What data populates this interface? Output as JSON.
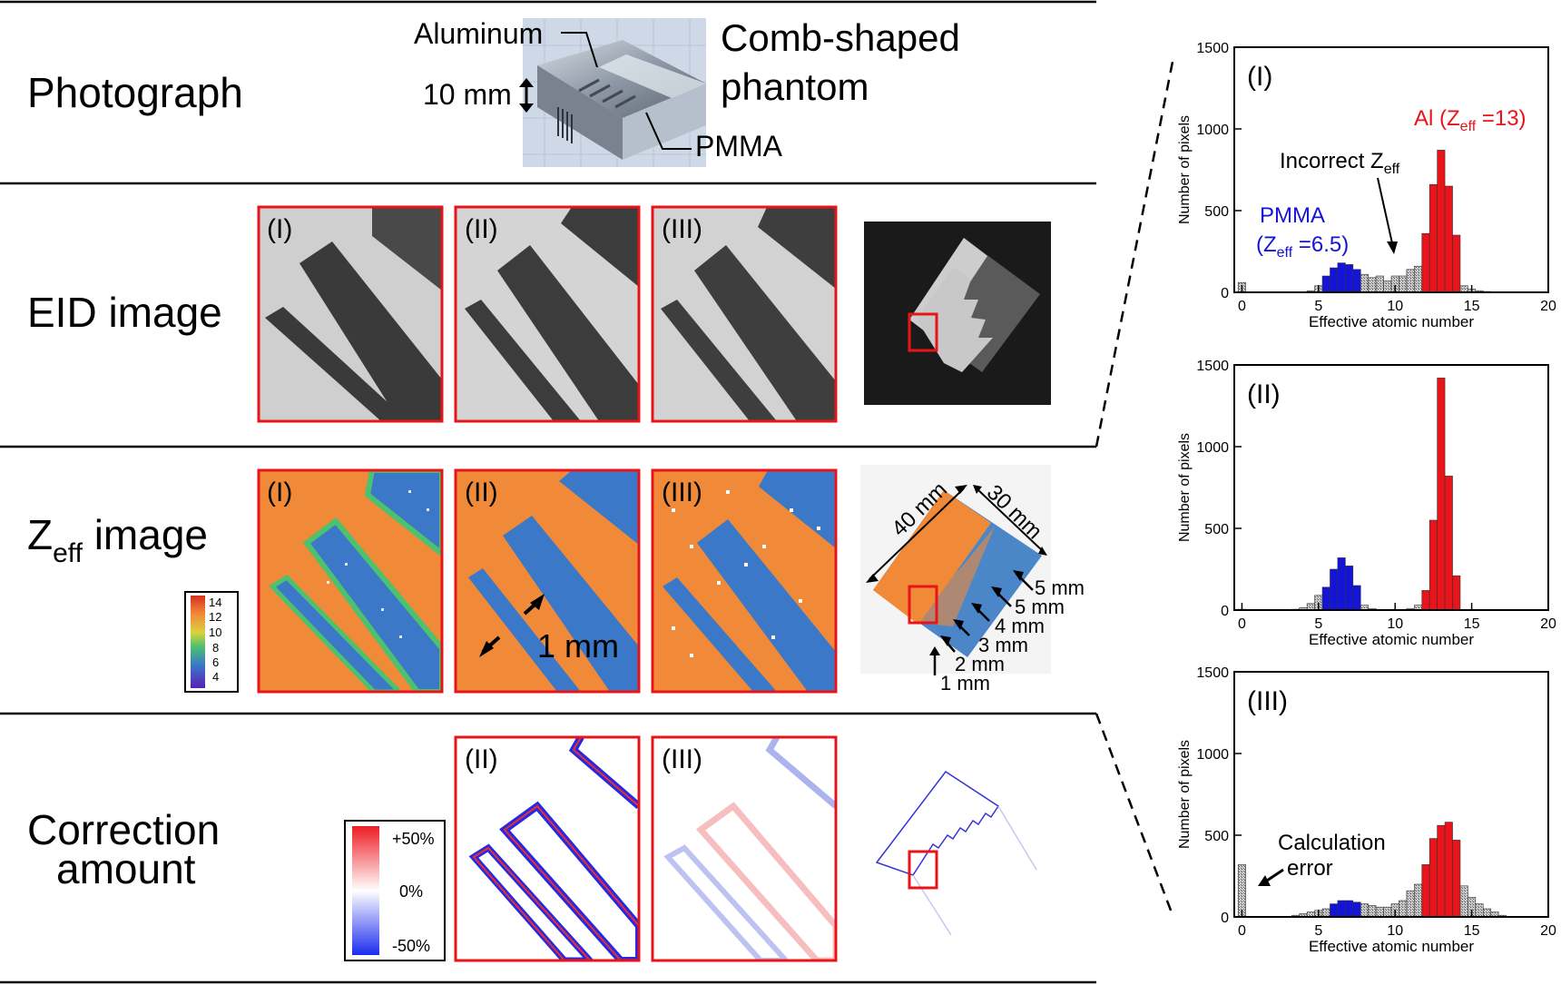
{
  "rows": {
    "photograph": "Photograph",
    "eid": "EID image",
    "zeff_main": "Z",
    "zeff_sub": "eff",
    "zeff_rest": " image",
    "correction_line1": "Correction",
    "correction_line2": "amount"
  },
  "photo": {
    "aluminum": "Aluminum",
    "thickness": "10 mm",
    "pmma": "PMMA",
    "title_line1": "Comb-shaped",
    "title_line2": "phantom"
  },
  "panels": {
    "p1": "(I)",
    "p2": "(II)",
    "p3": "(III)"
  },
  "zeff_colorbar": {
    "ticks": [
      "14",
      "12",
      "10",
      "8",
      "6",
      "4"
    ]
  },
  "zeff_annot": "1 mm",
  "overview": {
    "dim_40": "40 mm",
    "dim_30": "30 mm",
    "widths": [
      "5 mm",
      "5 mm",
      "4 mm",
      "3 mm",
      "2 mm",
      "1 mm"
    ]
  },
  "correction_colorbar": {
    "top": "+50%",
    "mid": "0%",
    "bottom": "-50%"
  },
  "colors": {
    "frame": "#e8141a",
    "pmma": "#1414d8",
    "al": "#e8141a",
    "other": "#b8b8b8",
    "orange": "#f08a38",
    "blue": "#3c78c8"
  },
  "hist_text": {
    "al_label_a": "Al (Z",
    "al_label_sub": "eff",
    "al_label_b": " =13)",
    "incorrect_a": "Incorrect Z",
    "incorrect_sub": "eff",
    "pmma_line1": "PMMA",
    "pmma_line2_a": "(Z",
    "pmma_line2_sub": "eff",
    "pmma_line2_b": " =6.5)",
    "calc_line1": "Calculation",
    "calc_line2": "error"
  },
  "chart_data": [
    {
      "type": "bar",
      "panel_label": "(I)",
      "xlabel": "Effective atomic number",
      "ylabel": "Number of pixels",
      "xlim": [
        -0.5,
        20
      ],
      "ylim": [
        0,
        1500
      ],
      "xticks": [
        0,
        5,
        10,
        15,
        20
      ],
      "yticks": [
        0,
        500,
        1000,
        1500
      ],
      "bin_width": 0.5,
      "series": [
        {
          "material": "other",
          "x": [
            0,
            4.5,
            5,
            8,
            8.5,
            9,
            9.5,
            10,
            10.5,
            11,
            11.5,
            14.5,
            15,
            15.5,
            16
          ],
          "values": [
            60,
            10,
            40,
            110,
            90,
            100,
            70,
            100,
            100,
            140,
            160,
            40,
            20,
            10,
            5
          ]
        },
        {
          "material": "PMMA",
          "x": [
            5.5,
            6,
            6.5,
            7,
            7.5
          ],
          "values": [
            100,
            150,
            180,
            170,
            140
          ]
        },
        {
          "material": "Al",
          "x": [
            12,
            12.5,
            13,
            13.5,
            14
          ],
          "values": [
            360,
            660,
            870,
            650,
            350
          ]
        }
      ]
    },
    {
      "type": "bar",
      "panel_label": "(II)",
      "xlabel": "Effective atomic number",
      "ylabel": "Number of pixels",
      "xlim": [
        -0.5,
        20
      ],
      "ylim": [
        0,
        1500
      ],
      "xticks": [
        0,
        5,
        10,
        15,
        20
      ],
      "yticks": [
        0,
        500,
        1000,
        1500
      ],
      "bin_width": 0.5,
      "series": [
        {
          "material": "other",
          "x": [
            0,
            3.5,
            4,
            4.5,
            5,
            8,
            8.5,
            11,
            11.5
          ],
          "values": [
            5,
            5,
            15,
            40,
            90,
            30,
            10,
            10,
            30
          ]
        },
        {
          "material": "PMMA",
          "x": [
            5.5,
            6,
            6.5,
            7,
            7.5
          ],
          "values": [
            140,
            250,
            320,
            270,
            150
          ]
        },
        {
          "material": "Al",
          "x": [
            12,
            12.5,
            13,
            13.5,
            14
          ],
          "values": [
            120,
            550,
            1420,
            820,
            210
          ]
        }
      ]
    },
    {
      "type": "bar",
      "panel_label": "(III)",
      "xlabel": "Effective atomic number",
      "ylabel": "Number of pixels",
      "xlim": [
        -0.5,
        20
      ],
      "ylim": [
        0,
        1500
      ],
      "xticks": [
        0,
        5,
        10,
        15,
        20
      ],
      "yticks": [
        0,
        500,
        1000,
        1500
      ],
      "bin_width": 0.5,
      "series": [
        {
          "material": "other",
          "x": [
            0,
            3.5,
            4,
            4.5,
            5,
            5.5,
            8,
            8.5,
            9,
            9.5,
            10,
            10.5,
            11,
            11.5,
            14.5,
            15,
            15.5,
            16,
            16.5,
            17
          ],
          "values": [
            320,
            10,
            20,
            30,
            40,
            50,
            80,
            70,
            60,
            60,
            80,
            100,
            160,
            200,
            190,
            120,
            80,
            50,
            30,
            10
          ]
        },
        {
          "material": "PMMA",
          "x": [
            6,
            6.5,
            7,
            7.5
          ],
          "values": [
            80,
            100,
            100,
            90
          ]
        },
        {
          "material": "Al",
          "x": [
            12,
            12.5,
            13,
            13.5,
            14
          ],
          "values": [
            320,
            480,
            560,
            580,
            470
          ]
        }
      ]
    }
  ]
}
